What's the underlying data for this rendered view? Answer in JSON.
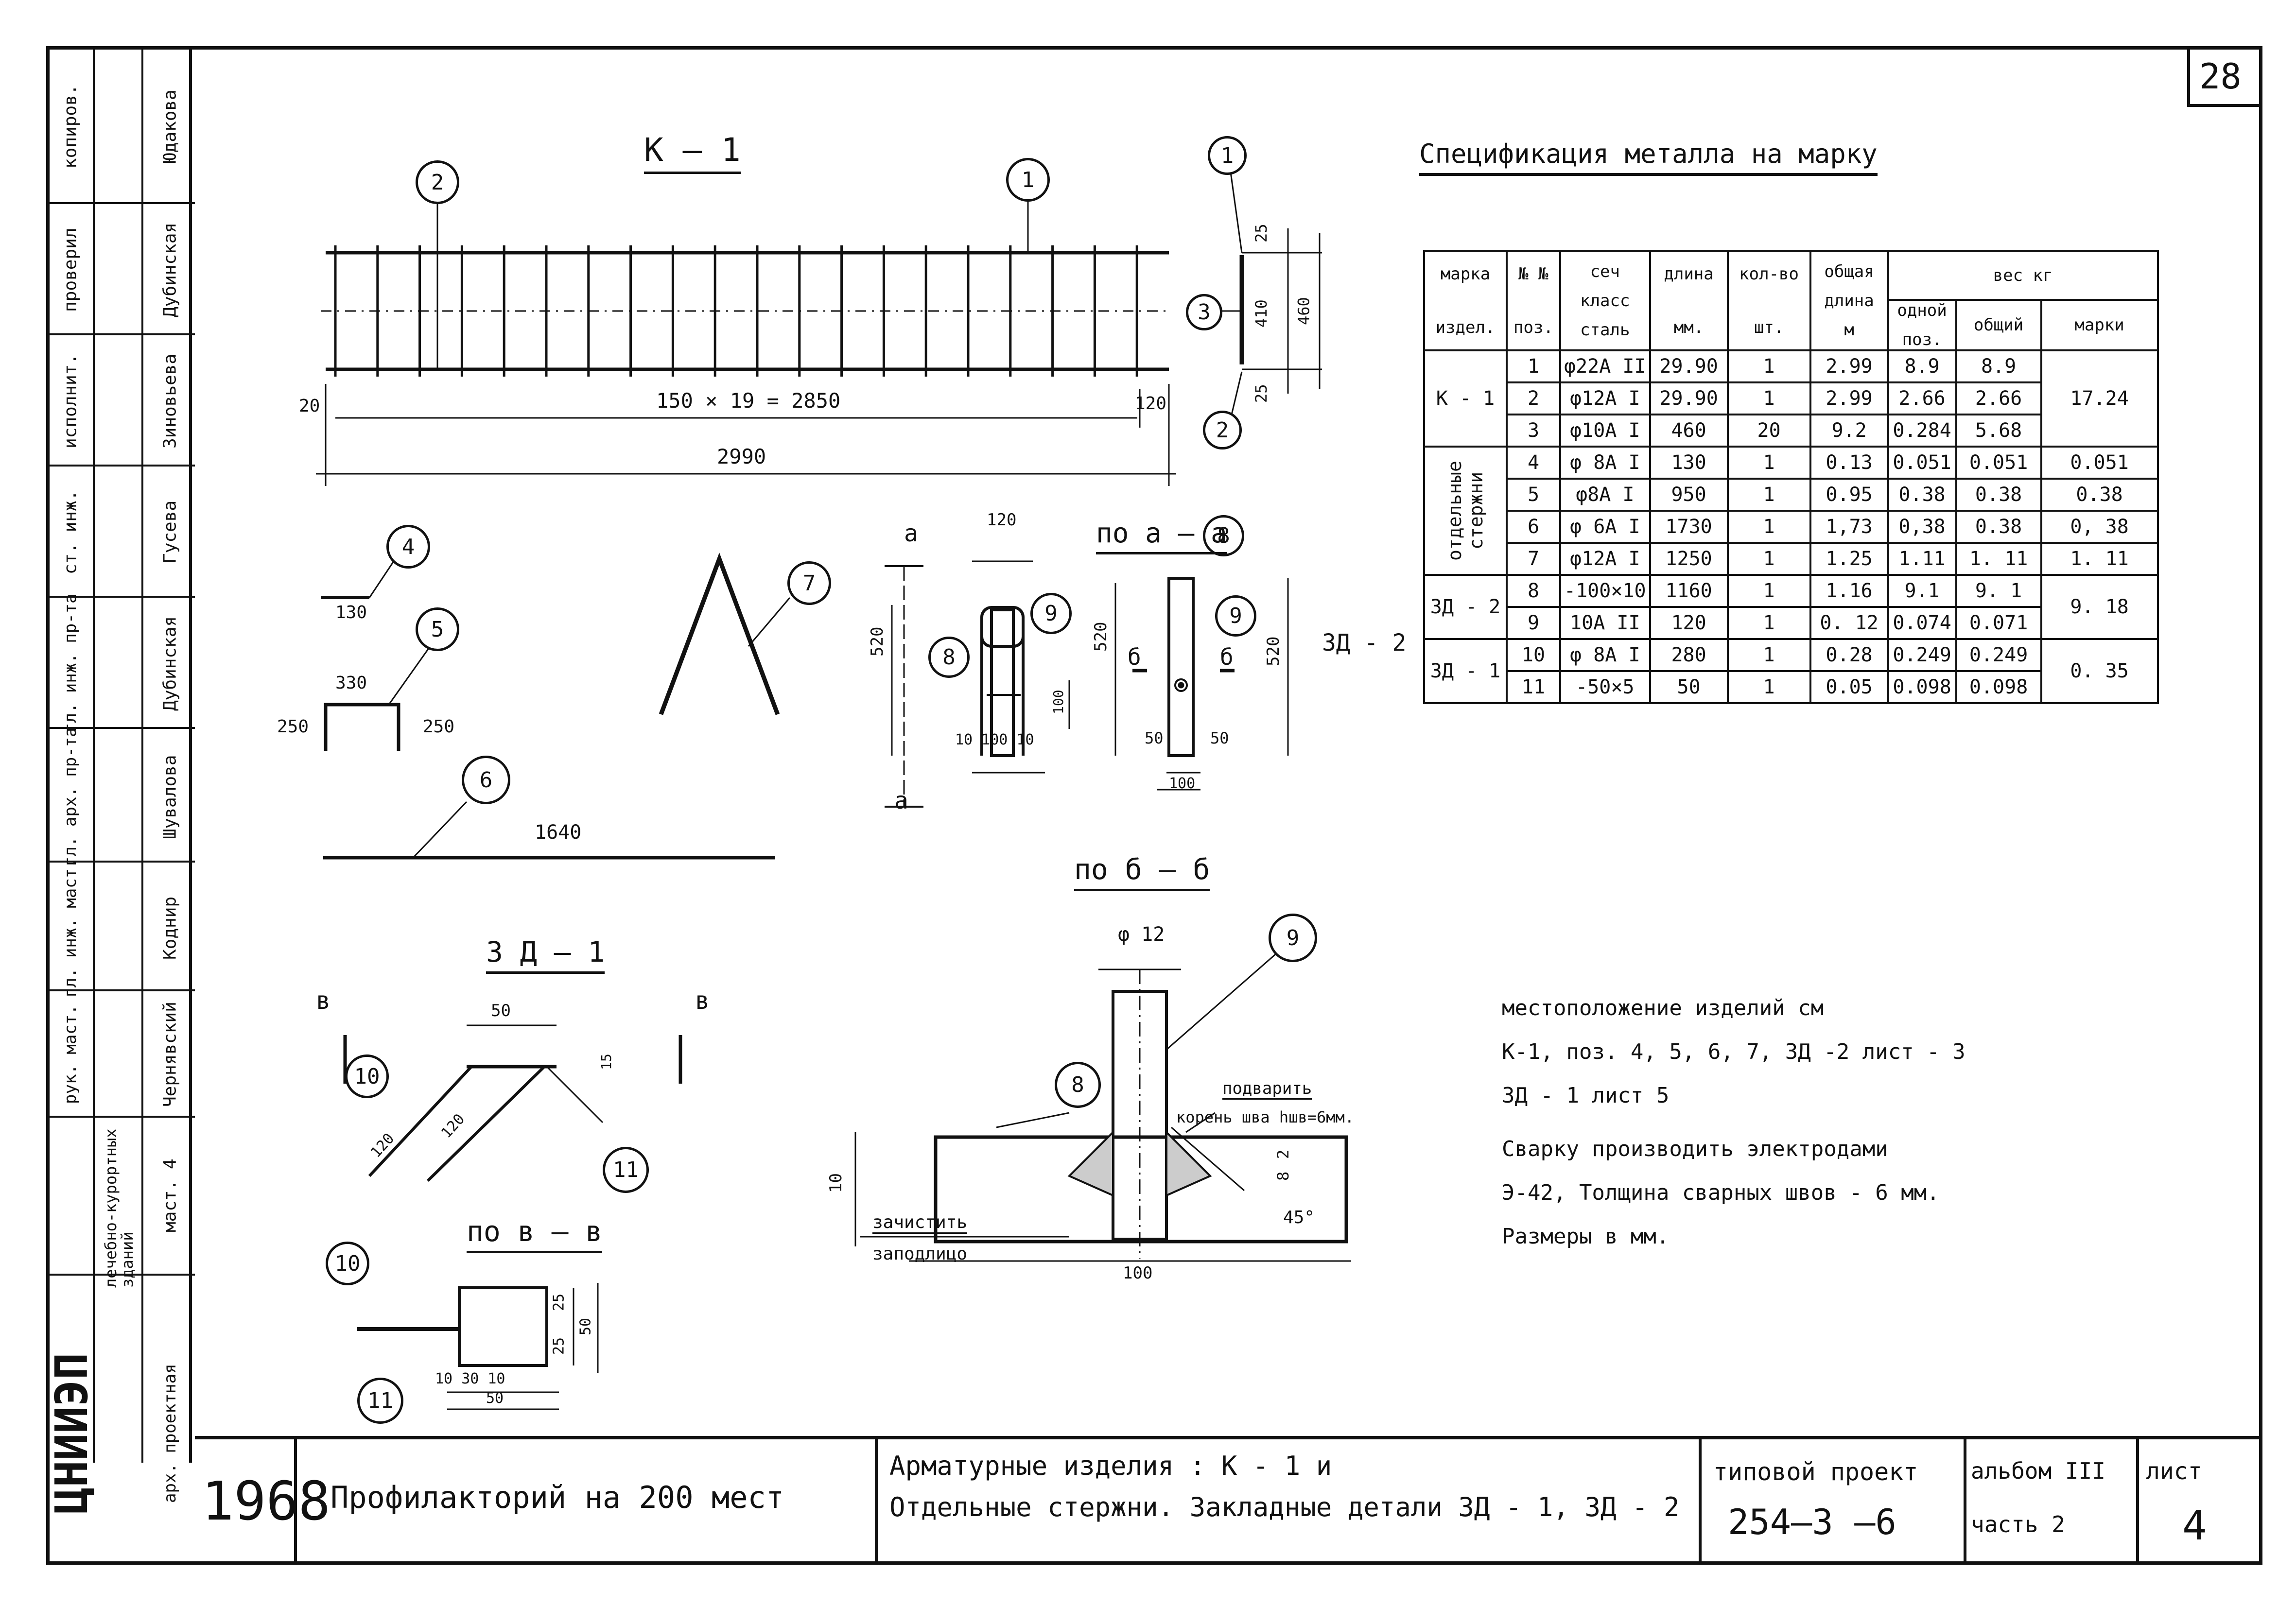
{
  "sheet_number": "28",
  "stamp": {
    "roles": [
      "копиров.",
      "проверил",
      "исполнит.",
      "ст. инж.",
      "гл. инж. пр-та",
      "гл. арх. пр-та",
      "гл. инж. маст.",
      "рук. маст."
    ],
    "names": [
      "Юдакова",
      "Дубинская",
      "Зиновьева",
      "Гусева",
      "Дубинская",
      "Шувалова",
      "Коднир",
      "Чернявский"
    ],
    "workshop": "лечебно-курортных зданий",
    "workshop_no": "маст. 4",
    "org": "ЦНИИЭП",
    "org_sub": "арх. проектная"
  },
  "drawings": {
    "k1": {
      "title": "К — 1",
      "dim_spacing": "150 × 19 = 2850",
      "dim_left": "20",
      "dim_right": "120",
      "dim_total": "2990",
      "side_dims": [
        "25",
        "410",
        "460",
        "25"
      ],
      "callouts": [
        "1",
        "2",
        "3",
        "1",
        "2"
      ]
    },
    "bars": {
      "b4": {
        "pos": "4",
        "len": "130"
      },
      "b5": {
        "pos": "5",
        "top": "330",
        "left": "250",
        "right": "250"
      },
      "b6": {
        "pos": "6",
        "len": "1640"
      },
      "b7": {
        "pos": "7"
      }
    },
    "zd2": {
      "label": "ЗД - 2",
      "sec_a": "а",
      "sec_a_title": "по  а – а",
      "dims": [
        "120",
        "520",
        "520",
        "520",
        "100",
        "10",
        "100",
        "10",
        "50",
        "50",
        "100",
        "б",
        "б"
      ],
      "callouts": [
        "8",
        "9",
        "8",
        "9"
      ]
    },
    "sec_bb": {
      "title": "по  б – б",
      "phi": "φ 12",
      "h": "10",
      "w": "100",
      "weld_h": "8",
      "weld_h2": "2",
      "angle": "45°",
      "note1": "подварить",
      "note2": "корень шва hшв=6мм.",
      "note3": "зачистить",
      "note4": "заподлицо",
      "callouts": [
        "8",
        "9"
      ]
    },
    "zd1": {
      "title": "З Д  – 1",
      "sec_v": "в",
      "dims": [
        "50",
        "15",
        "120",
        "120"
      ],
      "callouts": [
        "10",
        "11"
      ]
    },
    "sec_vv": {
      "title": "по  в – в",
      "dims": [
        "25",
        "25",
        "50",
        "10",
        "30",
        "10",
        "50"
      ],
      "callouts": [
        "10",
        "11"
      ]
    }
  },
  "spec": {
    "title": "Спецификация  металла  на  марку",
    "header": {
      "c1": [
        "марка",
        "издел."
      ],
      "c2": [
        "№ №",
        "поз."
      ],
      "c3": [
        "сеч",
        "класс",
        "сталь"
      ],
      "c4": [
        "длина",
        "мм."
      ],
      "c5": [
        "кол-во",
        "шт."
      ],
      "c6": [
        "общая",
        "длина",
        "м"
      ],
      "mass": "вес  кг",
      "c7": [
        "одной",
        "поз."
      ],
      "c8": "общий",
      "c9": "марки"
    },
    "groups": [
      {
        "mark": "К - 1",
        "total": "17.24",
        "rows": [
          {
            "pos": "1",
            "sec": "φ22А II",
            "len": "29.90",
            "qty": "1",
            "tot_len": "2.99",
            "one": "8.9",
            "all": "8.9"
          },
          {
            "pos": "2",
            "sec": "φ12А I",
            "len": "29.90",
            "qty": "1",
            "tot_len": "2.99",
            "one": "2.66",
            "all": "2.66"
          },
          {
            "pos": "3",
            "sec": "φ10А I",
            "len": "460",
            "qty": "20",
            "tot_len": "9.2",
            "one": "0.284",
            "all": "5.68"
          }
        ]
      },
      {
        "mark": "отдельные стержни",
        "rows": [
          {
            "pos": "4",
            "sec": "φ 8А I",
            "len": "130",
            "qty": "1",
            "tot_len": "0.13",
            "one": "0.051",
            "all": "0.051",
            "mark_total": "0.051"
          },
          {
            "pos": "5",
            "sec": "φ8А I",
            "len": "950",
            "qty": "1",
            "tot_len": "0.95",
            "one": "0.38",
            "all": "0.38",
            "mark_total": "0.38"
          },
          {
            "pos": "6",
            "sec": "φ 6А I",
            "len": "1730",
            "qty": "1",
            "tot_len": "1,73",
            "one": "0,38",
            "all": "0.38",
            "mark_total": "0, 38"
          },
          {
            "pos": "7",
            "sec": "φ12А I",
            "len": "1250",
            "qty": "1",
            "tot_len": "1.25",
            "one": "1.11",
            "all": "1. 11",
            "mark_total": "1. 11"
          }
        ]
      },
      {
        "mark": "ЗД - 2",
        "total": "9. 18",
        "rows": [
          {
            "pos": "8",
            "sec": "-100×10",
            "len": "1160",
            "qty": "1",
            "tot_len": "1.16",
            "one": "9.1",
            "all": "9. 1"
          },
          {
            "pos": "9",
            "sec": "10А II",
            "len": "120",
            "qty": "1",
            "tot_len": "0. 12",
            "one": "0.074",
            "all": "0.071"
          }
        ]
      },
      {
        "mark": "ЗД - 1",
        "total": "0. 35",
        "rows": [
          {
            "pos": "10",
            "sec": "φ 8А I",
            "len": "280",
            "qty": "1",
            "tot_len": "0.28",
            "one": "0.249",
            "all": "0.249"
          },
          {
            "pos": "11",
            "sec": "-50×5",
            "len": "50",
            "qty": "1",
            "tot_len": "0.05",
            "one": "0.098",
            "all": "0.098"
          }
        ]
      }
    ]
  },
  "notes": [
    "местоположение  изделий  см",
    "К-1,  поз. 4, 5, 6, 7,   ЗД -2  лист - 3",
    "ЗД - 1   лист   5",
    "Сварку  производить  электродами",
    "Э-42,  Толщина  сварных  швов - 6 мм.",
    "Размеры  в  мм."
  ],
  "title_block": {
    "year": "1968",
    "project": "Профилакторий  на  200  мест",
    "desc1": "Арматурные  изделия :  К - 1  и",
    "desc2": "Отдельные  стержни.  Закладные  детали  ЗД - 1, ЗД - 2",
    "tp_label": "типовой  проект",
    "tp_code": "254—3 —6",
    "album": "альбом  III",
    "part": "часть   2",
    "sheet_label": "лист",
    "sheet": "4"
  }
}
